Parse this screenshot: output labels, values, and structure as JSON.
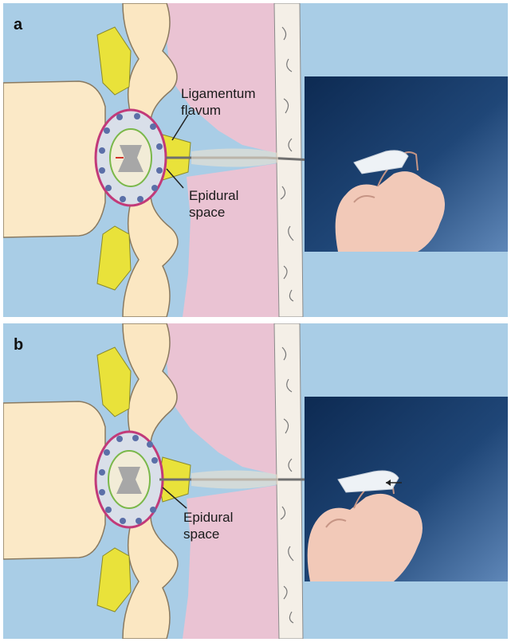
{
  "panels": [
    {
      "label": "a",
      "annotations": {
        "ligamentum_line1": "Ligamentum",
        "ligamentum_line2": "flavum",
        "epidural_line1": "Epidural",
        "epidural_line2": "space"
      }
    },
    {
      "label": "b",
      "annotations": {
        "epidural_line1": "Epidural",
        "epidural_line2": "space"
      }
    }
  ],
  "colors": {
    "background": "#a9cde6",
    "skin": "#fbe9c7",
    "bone": "#fbe7c2",
    "muscle": "#eac3d3",
    "ligament": "#e9e23a",
    "dura": "#c23a79",
    "epidural_fat": "#5b6fa8",
    "photo_backdrop": "#1f3f6b"
  }
}
